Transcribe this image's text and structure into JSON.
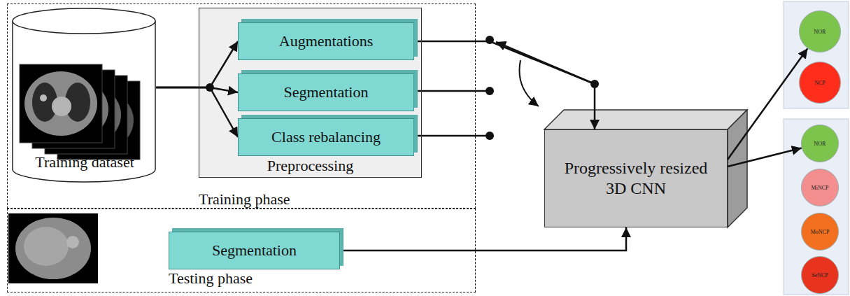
{
  "diagram": {
    "nodes": [
      {
        "text": [
          "Training phase"
        ]
      },
      {
        "text": [
          "Training dataset"
        ],
        "in": 0
      },
      {
        "text": [
          "Preprocessing"
        ],
        "in": 0
      },
      {
        "text": [
          "Augmentations"
        ],
        "in": 2
      },
      {
        "text": [
          "Segmentation"
        ],
        "in": 2
      },
      {
        "text": [
          "Class rebalancing"
        ],
        "in": 2
      },
      {
        "text": [
          "Testing phase"
        ]
      },
      {
        "text": [
          "Segmentation"
        ],
        "in": 6
      },
      {
        "text": [
          "Progressively resized 3D CNN"
        ]
      },
      {
        "text": [
          "NOR"
        ]
      },
      {
        "text": [
          "NCP"
        ]
      },
      {
        "text": [
          "NOR"
        ]
      },
      {
        "text": [
          "MiNCP"
        ]
      },
      {
        "text": [
          "MoNCP"
        ]
      },
      {
        "text": [
          "SeNCP"
        ]
      }
    ],
    "edges": [
      {
        "from": 1,
        "to": 3,
        "arrow": "to"
      },
      {
        "from": 1,
        "to": 4,
        "arrow": "to"
      },
      {
        "from": 1,
        "to": 5,
        "arrow": "to"
      },
      {
        "from": 3,
        "to": 8,
        "arrow": "to"
      },
      {
        "from": 7,
        "to": 8,
        "arrow": "to"
      },
      {
        "from": 8,
        "to": 9,
        "arrow": "to"
      },
      {
        "from": 8,
        "to": 11,
        "arrow": "to"
      }
    ]
  }
}
